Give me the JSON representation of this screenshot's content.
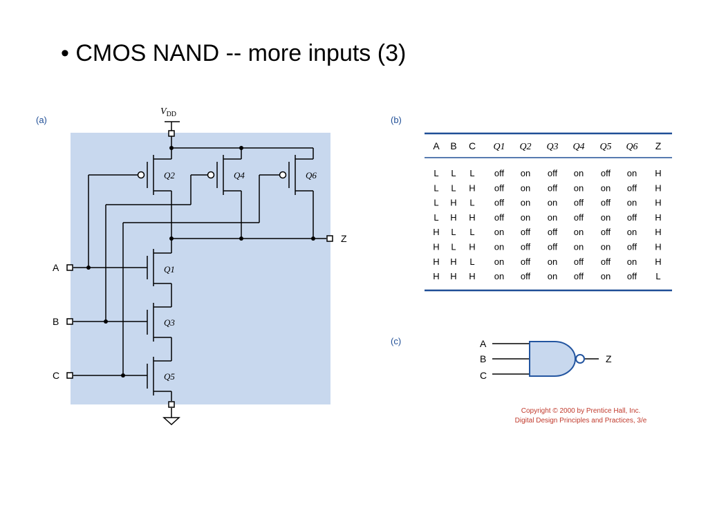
{
  "slide": {
    "title": "• CMOS NAND -- more inputs (3)"
  },
  "panels": {
    "a": "(a)",
    "b": "(b)",
    "c": "(c)"
  },
  "colors": {
    "panel_fill": "#c8d8ee",
    "table_rule": "#1f4e96",
    "gate_fill": "#c8d8ee",
    "gate_stroke": "#2355a0",
    "copyright": "#c0392b"
  },
  "schematic": {
    "supply": {
      "V": "V",
      "sub": "DD"
    },
    "inputs": [
      "A",
      "B",
      "C"
    ],
    "output": "Z",
    "transistors": [
      "Q2",
      "Q4",
      "Q6",
      "Q1",
      "Q3",
      "Q5"
    ]
  },
  "table": {
    "headers": [
      "A",
      "B",
      "C",
      "Q1",
      "Q2",
      "Q3",
      "Q4",
      "Q5",
      "Q6",
      "Z"
    ],
    "rows": [
      [
        "L",
        "L",
        "L",
        "off",
        "on",
        "off",
        "on",
        "off",
        "on",
        "H"
      ],
      [
        "L",
        "L",
        "H",
        "off",
        "on",
        "off",
        "on",
        "on",
        "off",
        "H"
      ],
      [
        "L",
        "H",
        "L",
        "off",
        "on",
        "on",
        "off",
        "off",
        "on",
        "H"
      ],
      [
        "L",
        "H",
        "H",
        "off",
        "on",
        "on",
        "off",
        "on",
        "off",
        "H"
      ],
      [
        "H",
        "L",
        "L",
        "on",
        "off",
        "off",
        "on",
        "off",
        "on",
        "H"
      ],
      [
        "H",
        "L",
        "H",
        "on",
        "off",
        "off",
        "on",
        "on",
        "off",
        "H"
      ],
      [
        "H",
        "H",
        "L",
        "on",
        "off",
        "on",
        "off",
        "off",
        "on",
        "H"
      ],
      [
        "H",
        "H",
        "H",
        "on",
        "off",
        "on",
        "off",
        "on",
        "off",
        "L"
      ]
    ]
  },
  "gate": {
    "inputs": [
      "A",
      "B",
      "C"
    ],
    "output": "Z"
  },
  "copyright": {
    "line1": "Copyright © 2000 by Prentice Hall, Inc.",
    "line2": "Digital Design Principles and Practices, 3/e"
  }
}
